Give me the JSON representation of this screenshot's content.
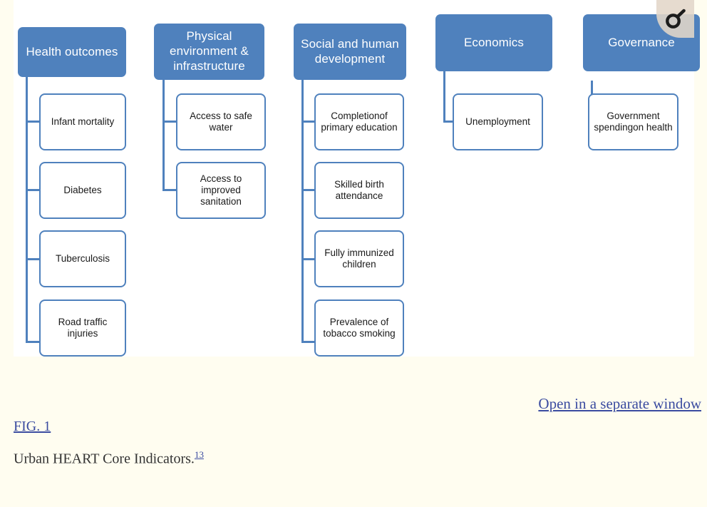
{
  "page": {
    "background_color": "#fffdf0",
    "figure_background_color": "#ffffff",
    "accent_blue": "#4f81bd",
    "link_color": "#3a4ba0"
  },
  "figure": {
    "zoom_badge_icon": "magnifier-icon",
    "columns": [
      {
        "id": "health-outcomes",
        "header": "Health outcomes",
        "children": [
          "Infant mortality",
          "Diabetes",
          "Tuberculosis",
          "Road traffic injuries"
        ]
      },
      {
        "id": "physical-environment",
        "header": "Physical environment & infrastructure",
        "children": [
          "Access to safe water",
          "Access to improved sanitation"
        ]
      },
      {
        "id": "social-human-development",
        "header": "Social and human development",
        "children": [
          "Completionof primary education",
          "Skilled birth attendance",
          "Fully immunized children",
          "Prevalence of tobacco smoking"
        ]
      },
      {
        "id": "economics",
        "header": "Economics",
        "children": [
          "Unemployment"
        ]
      },
      {
        "id": "governance",
        "header": "Governance",
        "children": [
          "Government spendingon health"
        ]
      }
    ]
  },
  "caption": {
    "open_separate_window": "Open in a separate window",
    "fig_label": "FIG. 1",
    "fig_text": "Urban HEART Core Indicators.",
    "fig_reference": "13"
  }
}
